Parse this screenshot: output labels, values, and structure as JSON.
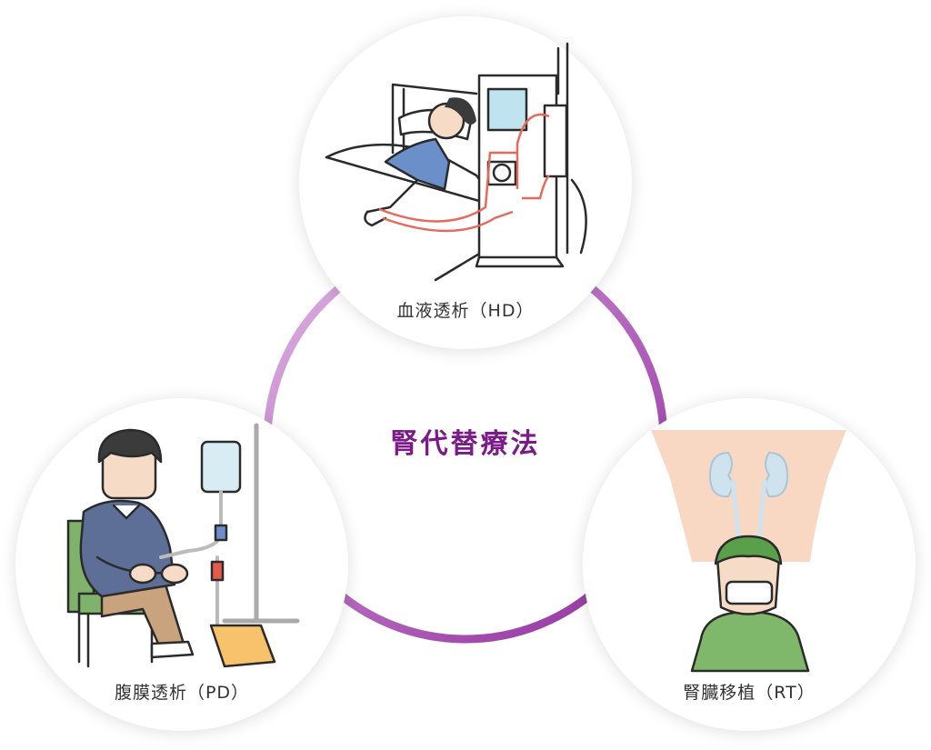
{
  "center": {
    "title": "腎代替療法"
  },
  "nodes": [
    {
      "label": "血液透析（HD）",
      "icon": "hemodialysis-illustration"
    },
    {
      "label": "腹膜透析（PD）",
      "icon": "peritoneal-dialysis-illustration"
    },
    {
      "label": "腎臓移植（RT）",
      "icon": "kidney-transplant-illustration"
    }
  ],
  "colors": {
    "title": "#7d1a8a",
    "ring_light": "#d6a8db",
    "ring_dark": "#9a3aa6"
  }
}
